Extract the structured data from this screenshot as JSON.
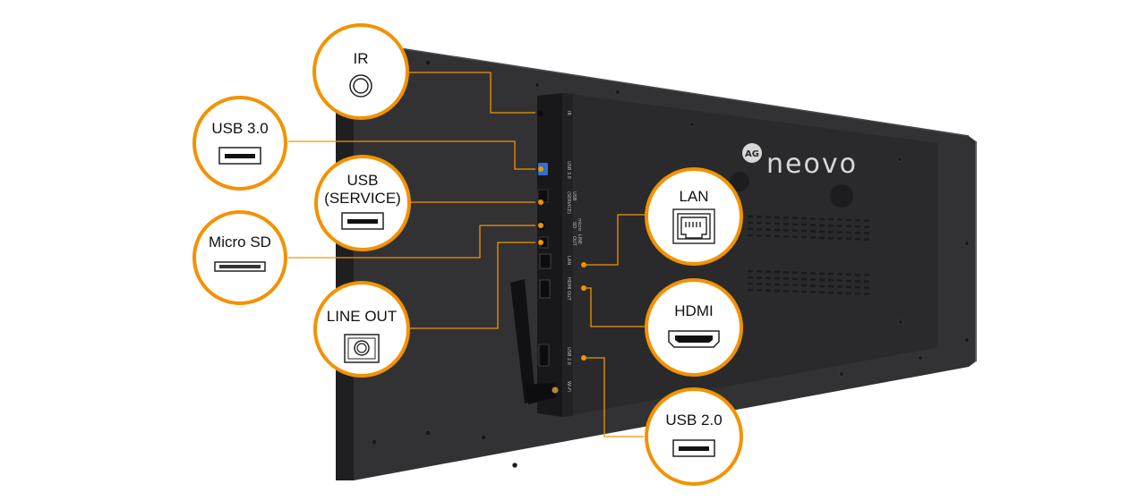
{
  "brand": {
    "logo_mark": "AG",
    "name": "neovo"
  },
  "colors": {
    "accent": "#F39200",
    "panel": "#2f2f31",
    "panel_dark": "#262628",
    "io_box": "#1c1c1e"
  },
  "callouts": [
    {
      "id": "ir",
      "label": "IR",
      "icon": "ir-sensor-icon"
    },
    {
      "id": "usb30",
      "label": "USB 3.0",
      "icon": "usb-port-icon"
    },
    {
      "id": "usb_service_1",
      "label": "USB",
      "label2": "(SERVICE)",
      "icon": "usb-port-icon"
    },
    {
      "id": "microsd",
      "label": "Micro SD",
      "icon": "micro-sd-slot-icon"
    },
    {
      "id": "lineout",
      "label": "LINE OUT",
      "icon": "audio-jack-icon"
    },
    {
      "id": "lan",
      "label": "LAN",
      "icon": "ethernet-port-icon"
    },
    {
      "id": "hdmi",
      "label": "HDMI",
      "icon": "hdmi-port-icon"
    },
    {
      "id": "usb20",
      "label": "USB 2.0",
      "icon": "usb-port-icon"
    }
  ],
  "io_labels": {
    "ir": "IR",
    "usb30": "USB 3.0",
    "usb_service_1": "USB",
    "usb_service_2": "(SERVICE)",
    "microsd_1": "micro",
    "microsd_2": "SD",
    "lineout_1": "LINE",
    "lineout_2": "OUT",
    "lan": "LAN",
    "hdmi": "HDMI OUT",
    "usb20": "USB 2.0",
    "wifi": "Wi-Fi"
  }
}
